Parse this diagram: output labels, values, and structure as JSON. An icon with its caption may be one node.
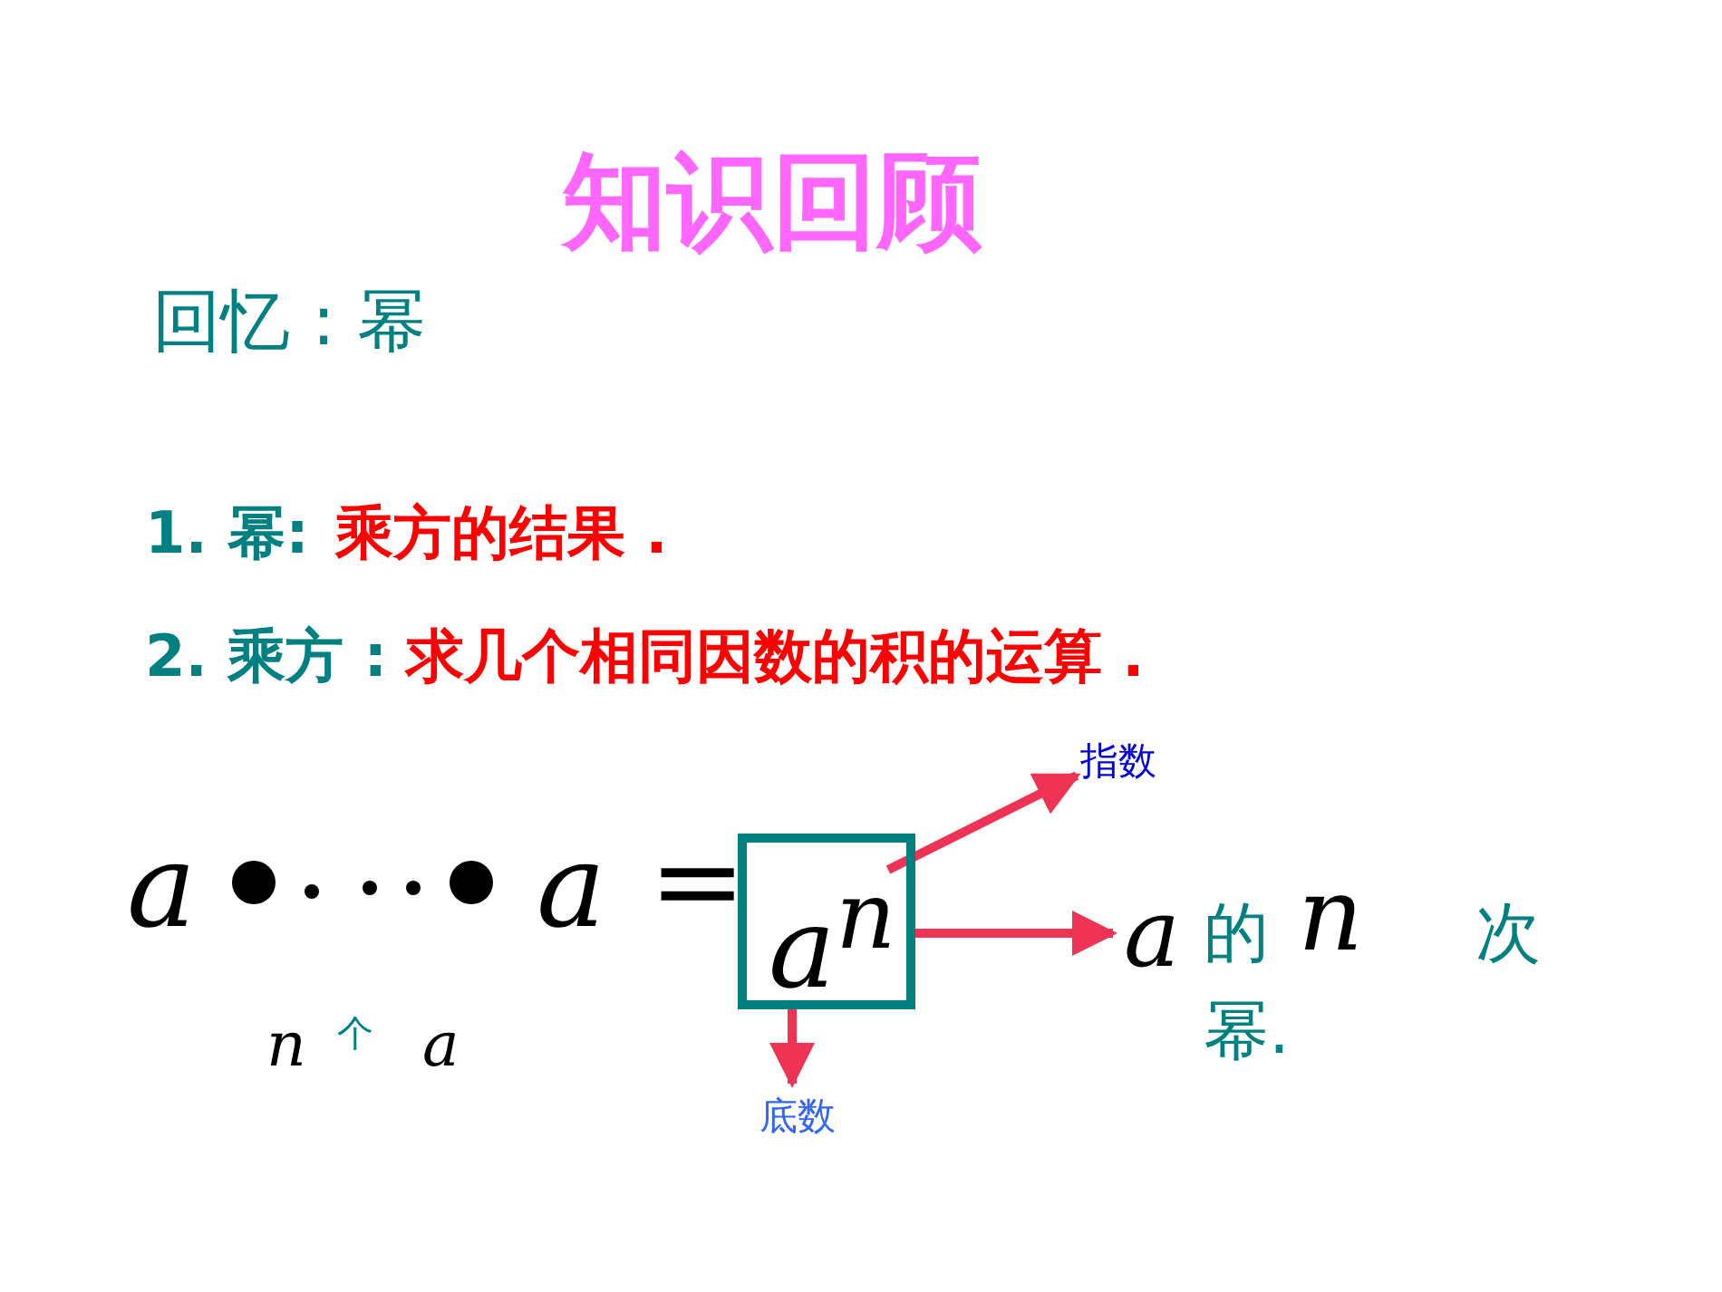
{
  "diagram": {
    "title": "知识回顾",
    "nodes": [
      {
        "text": [
          "a$^{n}$"
        ]
      },
      {
        "text": [
          "指数"
        ]
      },
      {
        "text": [
          "底数"
        ]
      },
      {
        "text": [
          "a",
          "的",
          "n",
          "次",
          "幂."
        ]
      }
    ],
    "edges": [
      {
        "from": 0,
        "to": 1,
        "arrow": "to"
      },
      {
        "from": 0,
        "to": 3,
        "arrow": "to"
      },
      {
        "from": 0,
        "to": 2,
        "arrow": "to"
      }
    ],
    "labels": [
      "回忆 : 幂",
      "1. 幂:",
      "乘方的结果 .",
      "2. 乘方 :",
      "求几个相同因数的积的运算 .",
      "a",
      "a",
      "=",
      "n",
      "个",
      "a"
    ]
  }
}
